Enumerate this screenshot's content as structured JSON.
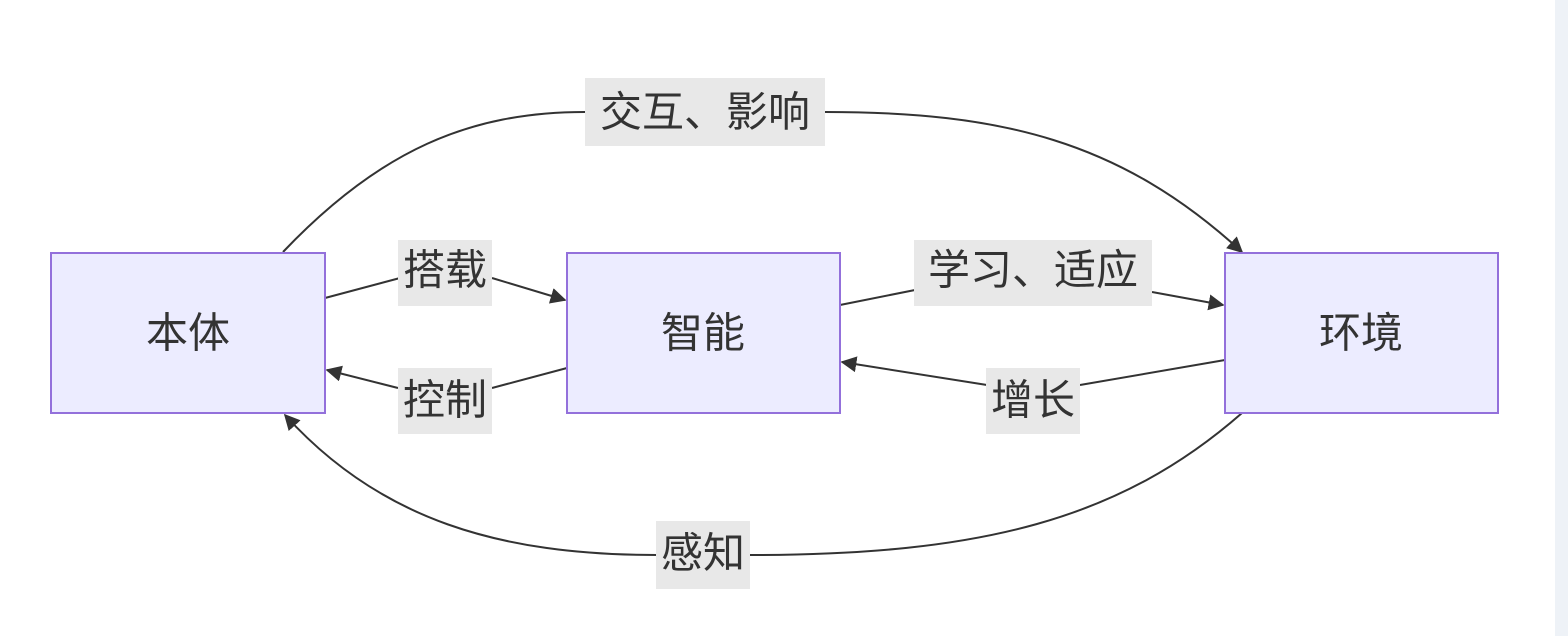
{
  "nodes": {
    "body": "本体",
    "intel": "智能",
    "env": "环境"
  },
  "edges": {
    "interact": "交互、影响",
    "carry": "搭载",
    "learn": "学习、适应",
    "grow": "增长",
    "control": "控制",
    "perceive": "感知"
  },
  "colors": {
    "node_fill": "#ececff",
    "node_stroke": "#9370db",
    "label_bg": "#e8e8e8",
    "edge": "#333333"
  }
}
